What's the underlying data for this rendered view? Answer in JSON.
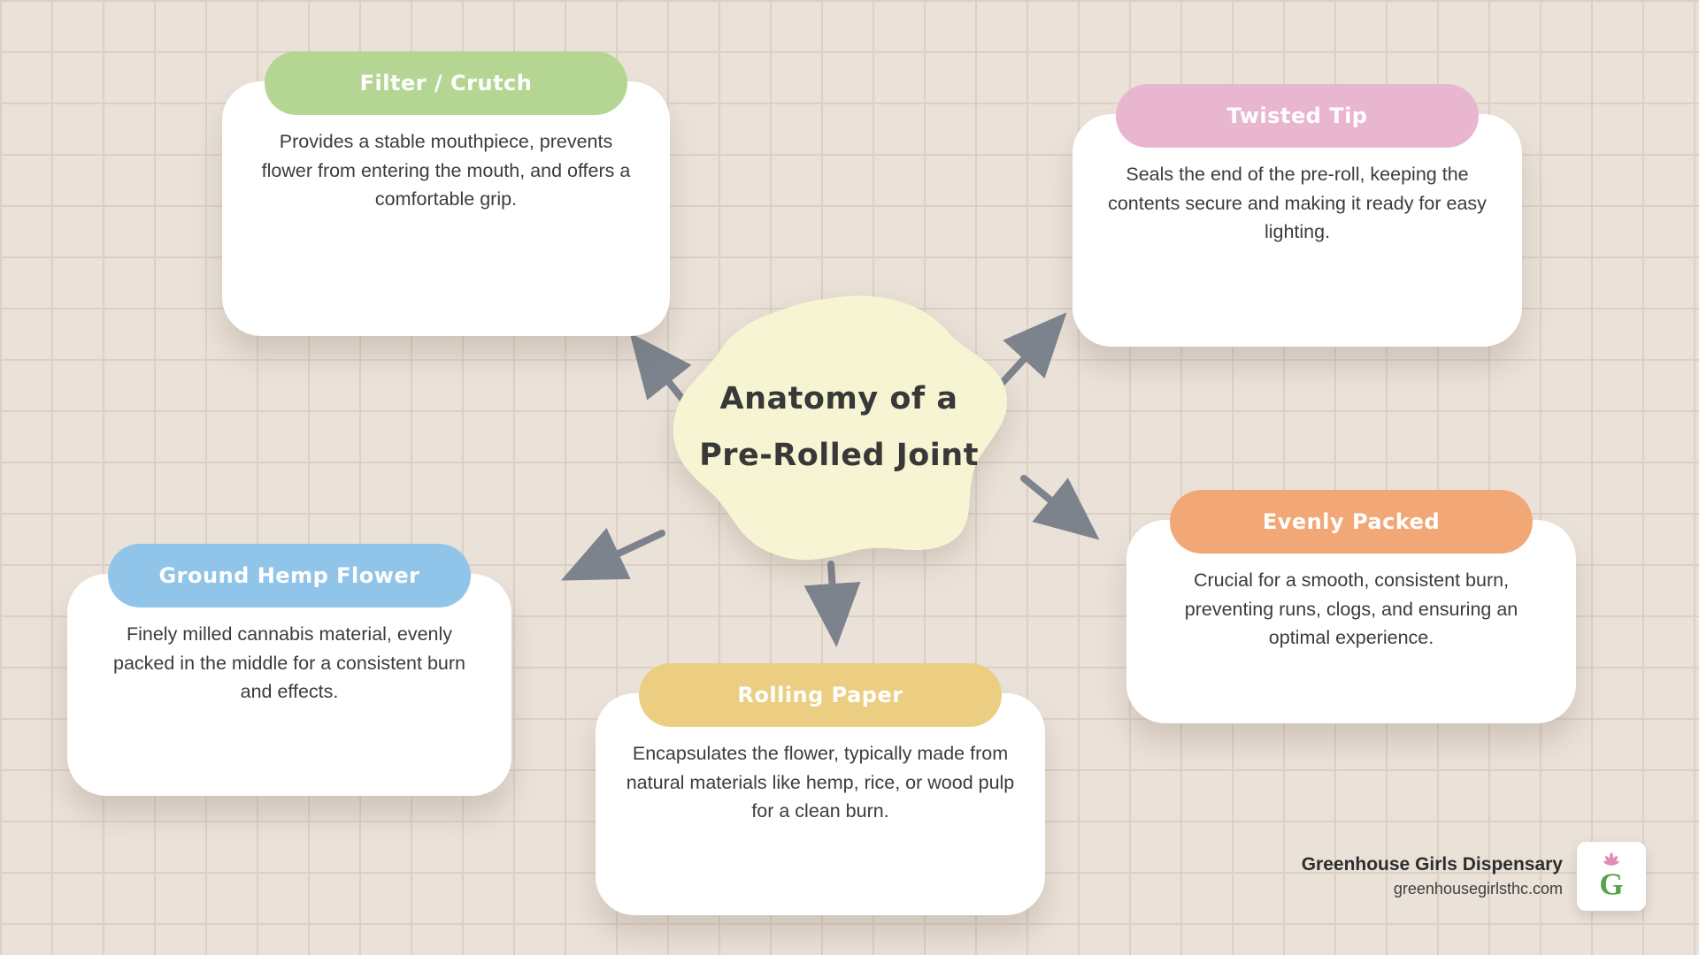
{
  "center": {
    "title_line1": "Anatomy of a",
    "title_line2": "Pre-Rolled Joint"
  },
  "cards": [
    {
      "id": "filter-crutch",
      "label": "Filter / Crutch",
      "color": "#b5d693",
      "text": "Provides a stable mouthpiece, prevents flower from entering the mouth, and offers a comfortable grip."
    },
    {
      "id": "twisted-tip",
      "label": "Twisted Tip",
      "color": "#e9b6d0",
      "text": "Seals the end of the pre-roll, keeping the contents secure and making it ready for easy lighting."
    },
    {
      "id": "ground-hemp-flower",
      "label": "Ground Hemp Flower",
      "color": "#90c4e9",
      "text": "Finely milled cannabis material, evenly packed in the middle for a consistent burn and effects."
    },
    {
      "id": "rolling-paper",
      "label": "Rolling Paper",
      "color": "#ecce82",
      "text": "Encapsulates the flower, typically made from natural materials like hemp, rice, or wood pulp for a clean burn."
    },
    {
      "id": "evenly-packed",
      "label": "Evenly Packed",
      "color": "#f2a876",
      "text": "Crucial for a smooth, consistent burn, preventing runs, clogs, and ensuring an optimal experience."
    }
  ],
  "footer": {
    "brand": "Greenhouse Girls Dispensary",
    "website": "greenhousegirlsthc.com",
    "logo_letter": "G"
  },
  "colors": {
    "background": "#eae1d8",
    "grid_line": "#dcd0c5",
    "blob": "#f6f4d2",
    "card": "#ffffff",
    "arrow": "#7c838d",
    "text": "#3c3c3c"
  }
}
